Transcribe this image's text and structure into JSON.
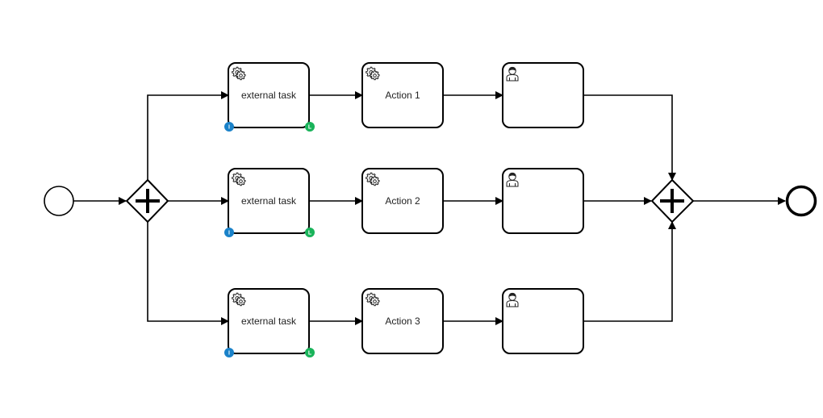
{
  "diagram": {
    "type": "bpmn-process",
    "colors": {
      "stroke": "#000000",
      "fill": "#ffffff",
      "text": "#222222",
      "marker_left": "#1a82c9",
      "marker_right": "#19b35a"
    },
    "start_event": {
      "icon": "start-event-circle"
    },
    "end_event": {
      "icon": "end-event-circle"
    },
    "split_gateway": {
      "icon": "parallel-gateway-plus"
    },
    "join_gateway": {
      "icon": "parallel-gateway-plus"
    },
    "lanes": [
      {
        "service_task": {
          "label": "external task",
          "icon": "gear-icon",
          "marker_left": "I",
          "marker_right": "L"
        },
        "action_task": {
          "label": "Action 1",
          "icon": "gear-icon"
        },
        "user_task": {
          "label": "",
          "icon": "user-icon"
        }
      },
      {
        "service_task": {
          "label": "external task",
          "icon": "gear-icon",
          "marker_left": "I",
          "marker_right": "L"
        },
        "action_task": {
          "label": "Action 2",
          "icon": "gear-icon"
        },
        "user_task": {
          "label": "",
          "icon": "user-icon"
        }
      },
      {
        "service_task": {
          "label": "external task",
          "icon": "gear-icon",
          "marker_left": "I",
          "marker_right": "L"
        },
        "action_task": {
          "label": "Action 3",
          "icon": "gear-icon"
        },
        "user_task": {
          "label": "",
          "icon": "user-icon"
        }
      }
    ]
  }
}
